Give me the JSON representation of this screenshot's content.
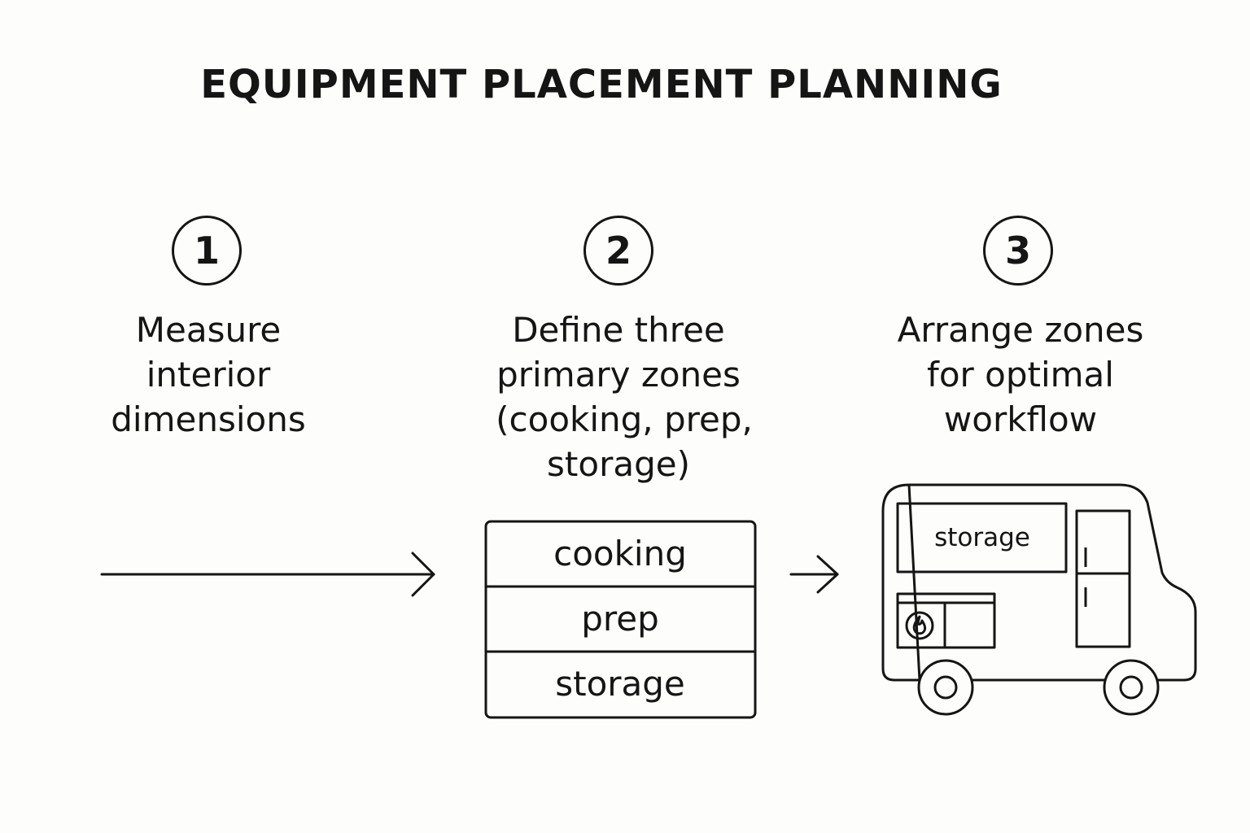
{
  "title": "EQUIPMENT PLACEMENT PLANNING",
  "steps": [
    {
      "number": "1",
      "lines": [
        "Measure",
        "interior",
        "dimensions"
      ]
    },
    {
      "number": "2",
      "lines": [
        "Define three",
        "primary zones",
        "(cooking, prep,",
        "storage)"
      ]
    },
    {
      "number": "3",
      "lines": [
        "Arrange zones",
        "for optimal",
        "workflow"
      ]
    }
  ],
  "zones": [
    "cooking",
    "prep",
    "storage"
  ],
  "truck": {
    "storage_label": "storage"
  },
  "icons": [
    "arrow-right-icon",
    "flame-icon",
    "food-truck-icon",
    "refrigerator-icon"
  ]
}
